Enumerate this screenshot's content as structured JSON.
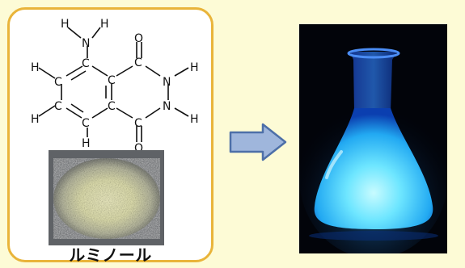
{
  "molecule": {
    "atoms": {
      "h_amine_left": "H",
      "h_amine_right": "H",
      "n_amine": "N",
      "o_top": "O",
      "h_ring_top": "H",
      "c_ring_top_left": "C",
      "c_amine": "C",
      "c_fused_top": "C",
      "c_carbonyl_top": "C",
      "n_upper": "N",
      "h_n_upper": "H",
      "c_ring_bottom_left": "C",
      "c_fused_bottom": "C",
      "n_lower": "N",
      "h_n_lower": "H",
      "h_ring_bottom": "H",
      "c_ring_bottom": "C",
      "c_carbonyl_bottom": "C",
      "h_ring_lowest": "H",
      "o_bottom": "O"
    }
  },
  "caption": "ルミノール",
  "colors": {
    "background": "#fdfbd6",
    "panel_border": "#e9b43a",
    "arrow_fill": "#9fb6dc",
    "arrow_stroke": "#4d6fa8",
    "glow": "#3fd8ff"
  }
}
